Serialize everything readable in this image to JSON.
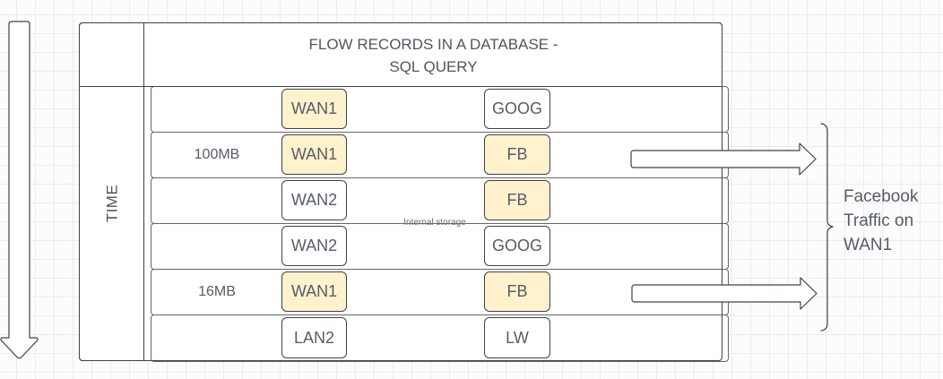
{
  "colors": {
    "highlight_yellow": "#FFF2CC",
    "stroke_dark": "#3B434E",
    "stroke_gray": "#666666",
    "text_gray": "#565D66"
  },
  "table": {
    "title_line1": "FLOW RECORDS IN A DATABASE -",
    "title_line2": "SQL QUERY",
    "time_axis_label": "TIME"
  },
  "rows": [
    {
      "size": "",
      "wan": "WAN1",
      "wan_highlighted": true,
      "service": "GOOG",
      "service_highlighted": false,
      "has_arrow": false
    },
    {
      "size": "100MB",
      "wan": "WAN1",
      "wan_highlighted": true,
      "service": "FB",
      "service_highlighted": true,
      "has_arrow": true
    },
    {
      "size": "",
      "wan": "WAN2",
      "wan_highlighted": false,
      "service": "FB",
      "service_highlighted": true,
      "has_arrow": false
    },
    {
      "size": "",
      "wan": "WAN2",
      "wan_highlighted": false,
      "service": "GOOG",
      "service_highlighted": false,
      "has_arrow": false
    },
    {
      "size": "16MB",
      "wan": "WAN1",
      "wan_highlighted": true,
      "service": "FB",
      "service_highlighted": true,
      "has_arrow": true
    },
    {
      "size": "",
      "wan": "LAN2",
      "wan_highlighted": false,
      "service": "LW",
      "service_highlighted": false,
      "has_arrow": false
    }
  ],
  "labels": {
    "internal_storage": "Internal storage",
    "side_annotation_line1": "Facebook",
    "side_annotation_line2": "Traffic on",
    "side_annotation_line3": "WAN1"
  }
}
